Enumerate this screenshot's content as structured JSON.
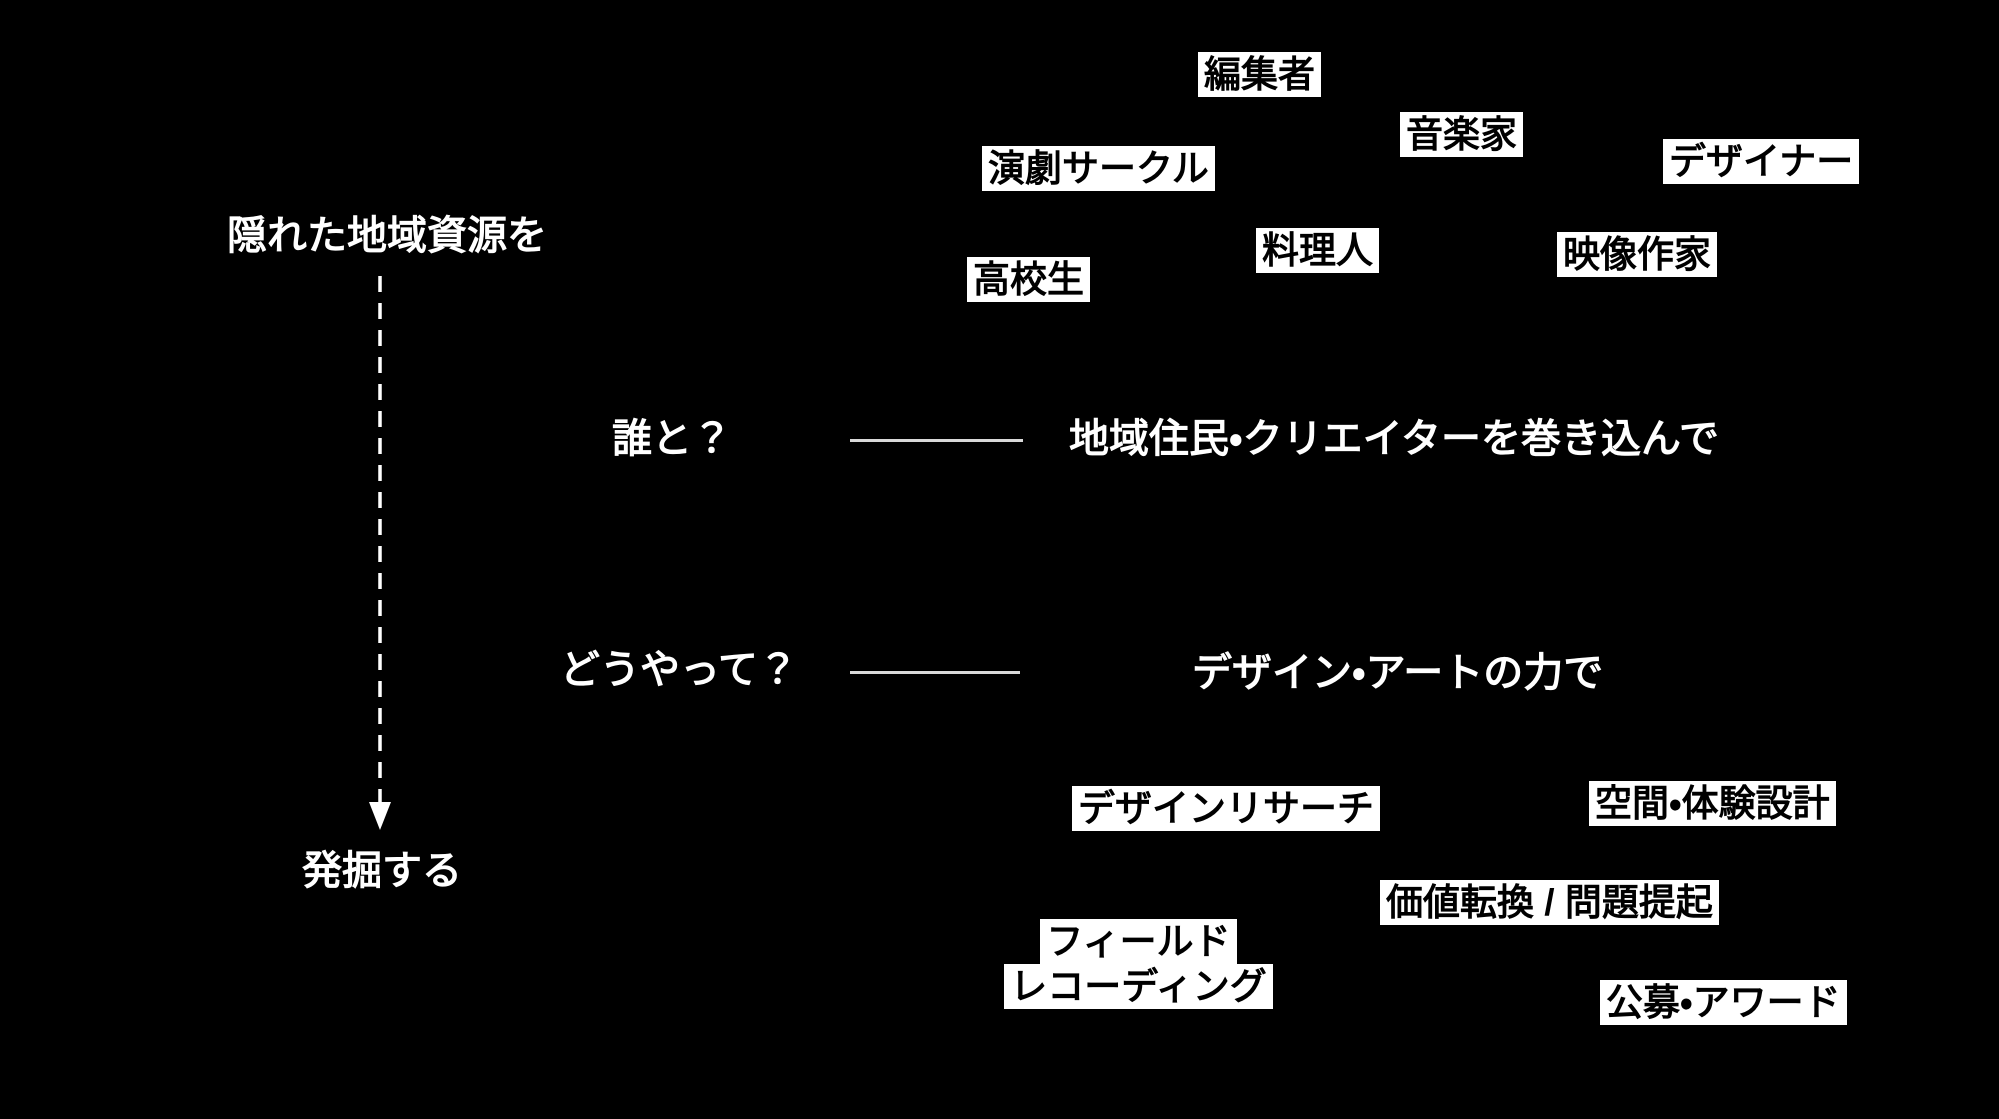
{
  "slide": {
    "kind": "concept-flow-diagram",
    "colors": {
      "background": "#000000",
      "text": "#ffffff",
      "tag_background": "#ffffff",
      "tag_text": "#000000",
      "connector_line": "#d9d9d9",
      "arrow": "#ffffff"
    }
  },
  "flow": {
    "start": "隠れた地域資源を",
    "end": "発掘する",
    "arrow_icon": "dashed-down-arrow"
  },
  "qa_rows": [
    {
      "question": "誰と？",
      "answer": "地域住民・クリエイターを巻き込んで"
    },
    {
      "question": "どうやって？",
      "answer": "デザイン・アートの力で"
    }
  ],
  "people_tags": [
    {
      "label": "編集者"
    },
    {
      "label": "音楽家"
    },
    {
      "label": "デザイナー"
    },
    {
      "label": "演劇サークル"
    },
    {
      "label": "料理人"
    },
    {
      "label": "映像作家"
    },
    {
      "label": "高校生"
    }
  ],
  "method_tags": [
    {
      "label": "デザインリサーチ"
    },
    {
      "label": "空間・体験設計"
    },
    {
      "label": "価値転換 / 問題提起"
    },
    {
      "line1": "フィールド",
      "line2": "レコーディング"
    },
    {
      "label": "公募・アワード"
    }
  ]
}
